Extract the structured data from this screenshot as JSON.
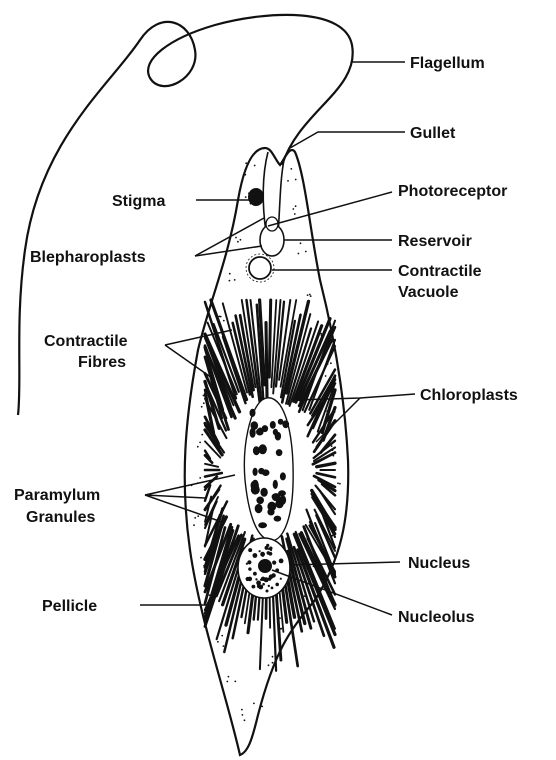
{
  "diagram": {
    "labels": {
      "flagellum": "Flagellum",
      "gullet": "Gullet",
      "stigma": "Stigma",
      "photoreceptor": "Photoreceptor",
      "blepharoplasts": "Blepharoplasts",
      "reservoir": "Reservoir",
      "contractile_vacuole_1": "Contractile",
      "contractile_vacuole_2": "Vacuole",
      "contractile_fibres_1": "Contractile",
      "contractile_fibres_2": "Fibres",
      "chloroplasts": "Chloroplasts",
      "paramylum_granules_1": "Paramylum",
      "paramylum_granules_2": "Granules",
      "nucleus": "Nucleus",
      "pellicle": "Pellicle",
      "nucleolus": "Nucleolus"
    },
    "colors": {
      "ink": "#111111",
      "background": "#ffffff"
    }
  }
}
